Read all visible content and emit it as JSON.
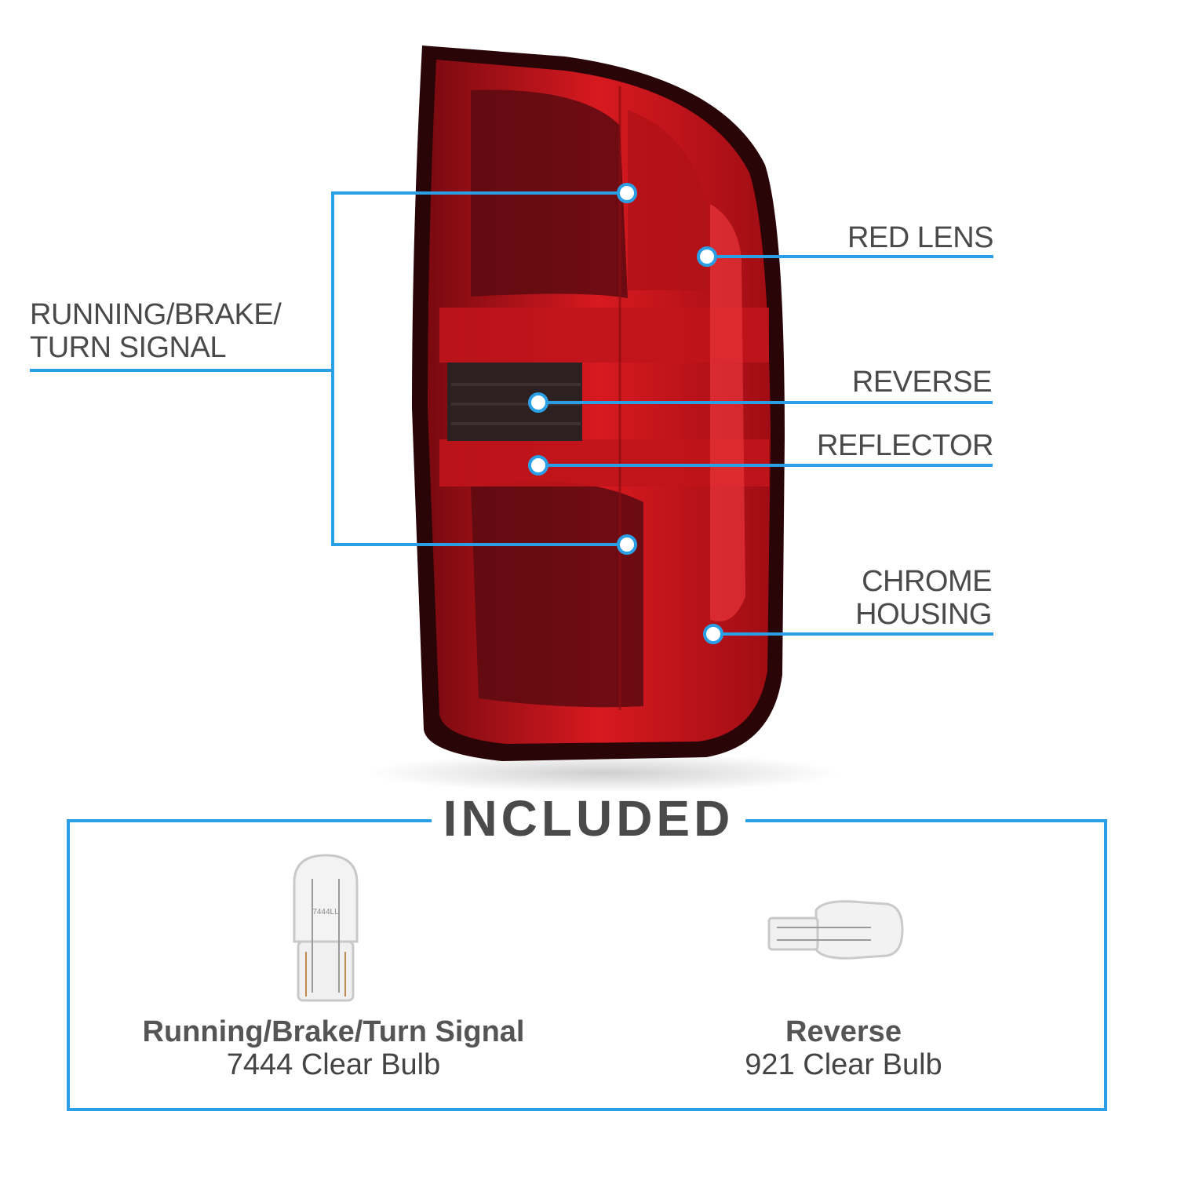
{
  "callouts": {
    "running_brake_turn": "RUNNING/BRAKE/\nTURN SIGNAL",
    "red_lens": "RED LENS",
    "reverse": "REVERSE",
    "reflector": "REFLECTOR",
    "chrome_housing": "CHROME\nHOUSING"
  },
  "included": {
    "title": "INCLUDED",
    "bulbs": [
      {
        "name": "Running/Brake/Turn Signal",
        "desc": "7444 Clear Bulb",
        "print": "7444LL"
      },
      {
        "name": "Reverse",
        "desc": "921 Clear Bulb"
      }
    ]
  },
  "colors": {
    "accent": "#2a9fe6",
    "lens_red": "#c8101a",
    "housing_dark": "#3a0a0c"
  }
}
